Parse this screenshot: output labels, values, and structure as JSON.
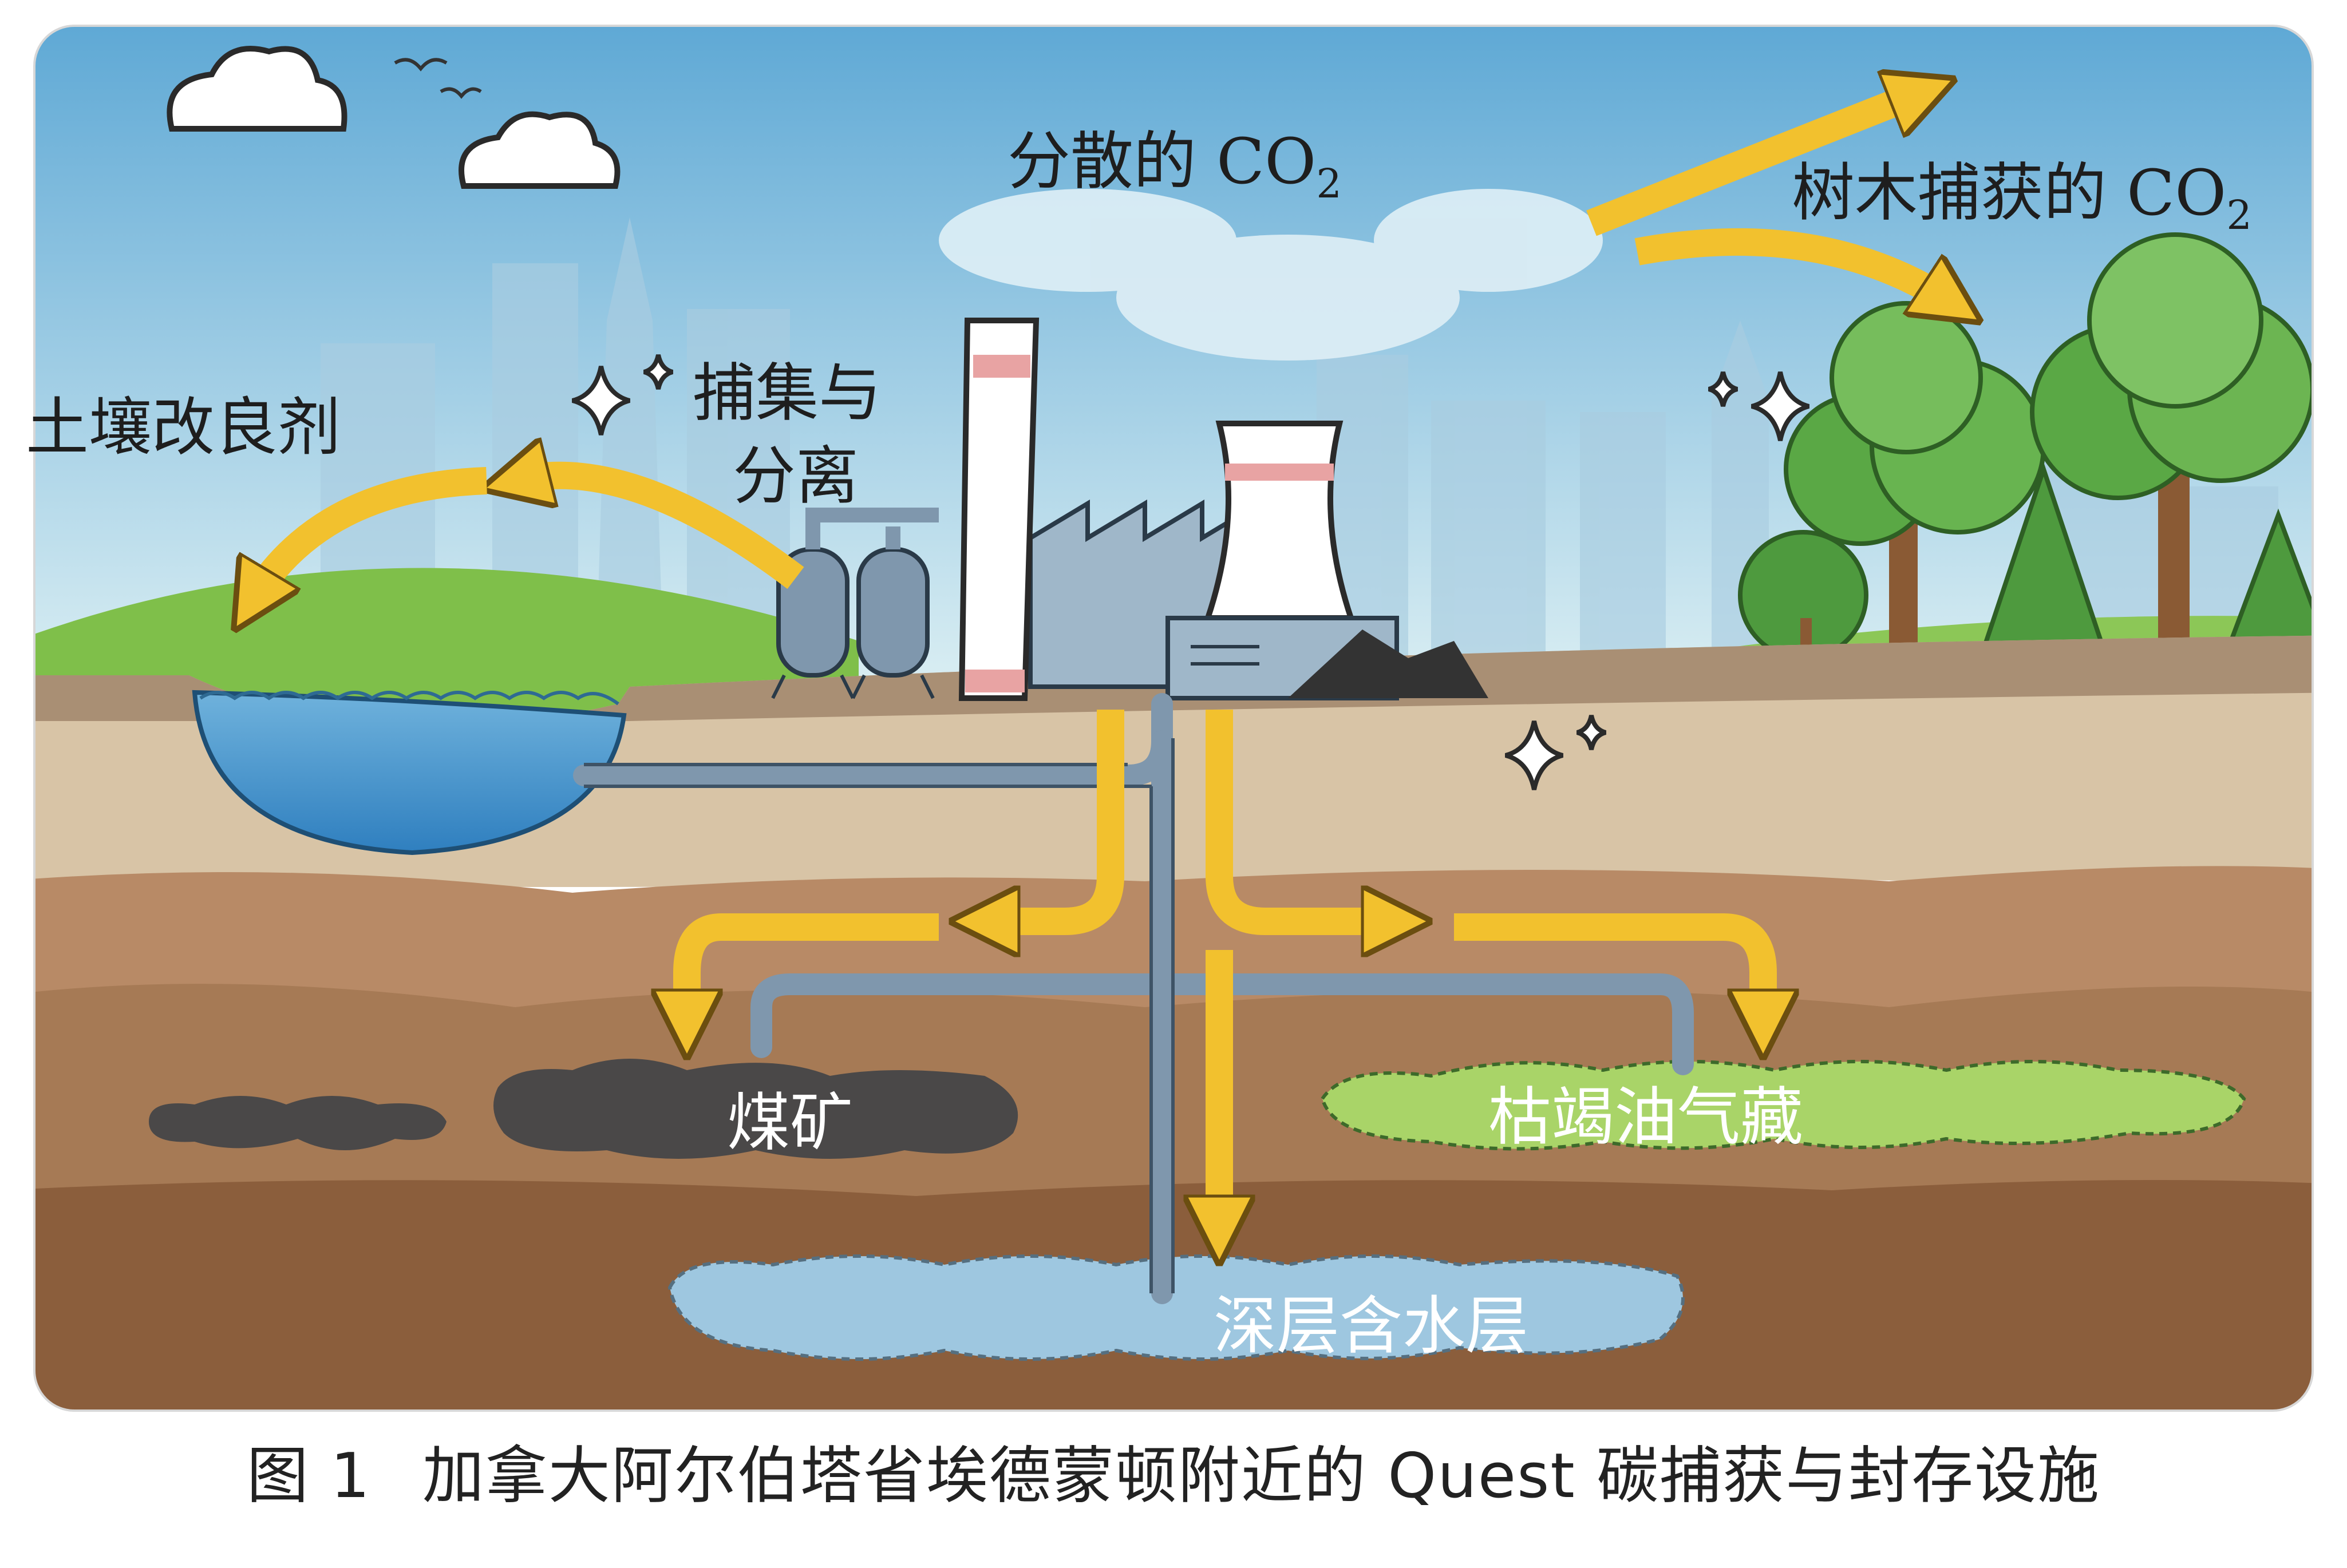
{
  "labels": {
    "dispersed_co2": "分散的 CO",
    "tree_co2": "树木捕获的 CO",
    "subscript": "2",
    "capture": "捕集与",
    "separation": "分离",
    "soil": "土壤改良剂",
    "coal": "煤矿",
    "oilgas": "枯竭油气藏",
    "aquifer": "深层含水层"
  },
  "caption": {
    "figure_no": "图 1",
    "text": "加拿大阿尔伯塔省埃德蒙顿附近的 Quest 碳捕获与封存设施"
  },
  "colors": {
    "sky_top": "#5aa6d4",
    "sky_bottom": "#d9eef4",
    "grass": "#7fbf4a",
    "topsoil": "#a98f74",
    "layer_sand": "#d8c4a6",
    "layer_mid": "#b88a66",
    "layer_deep": "#8b5e3c",
    "arrow": "#f2c12e",
    "pipe": "#7f97ad",
    "coal": "#4a4848",
    "oil": "#a9d468",
    "water": "#9ec7e0"
  },
  "icons": [
    "cloud-icon",
    "sparkle-icon",
    "bird-icon",
    "tree-icon"
  ]
}
